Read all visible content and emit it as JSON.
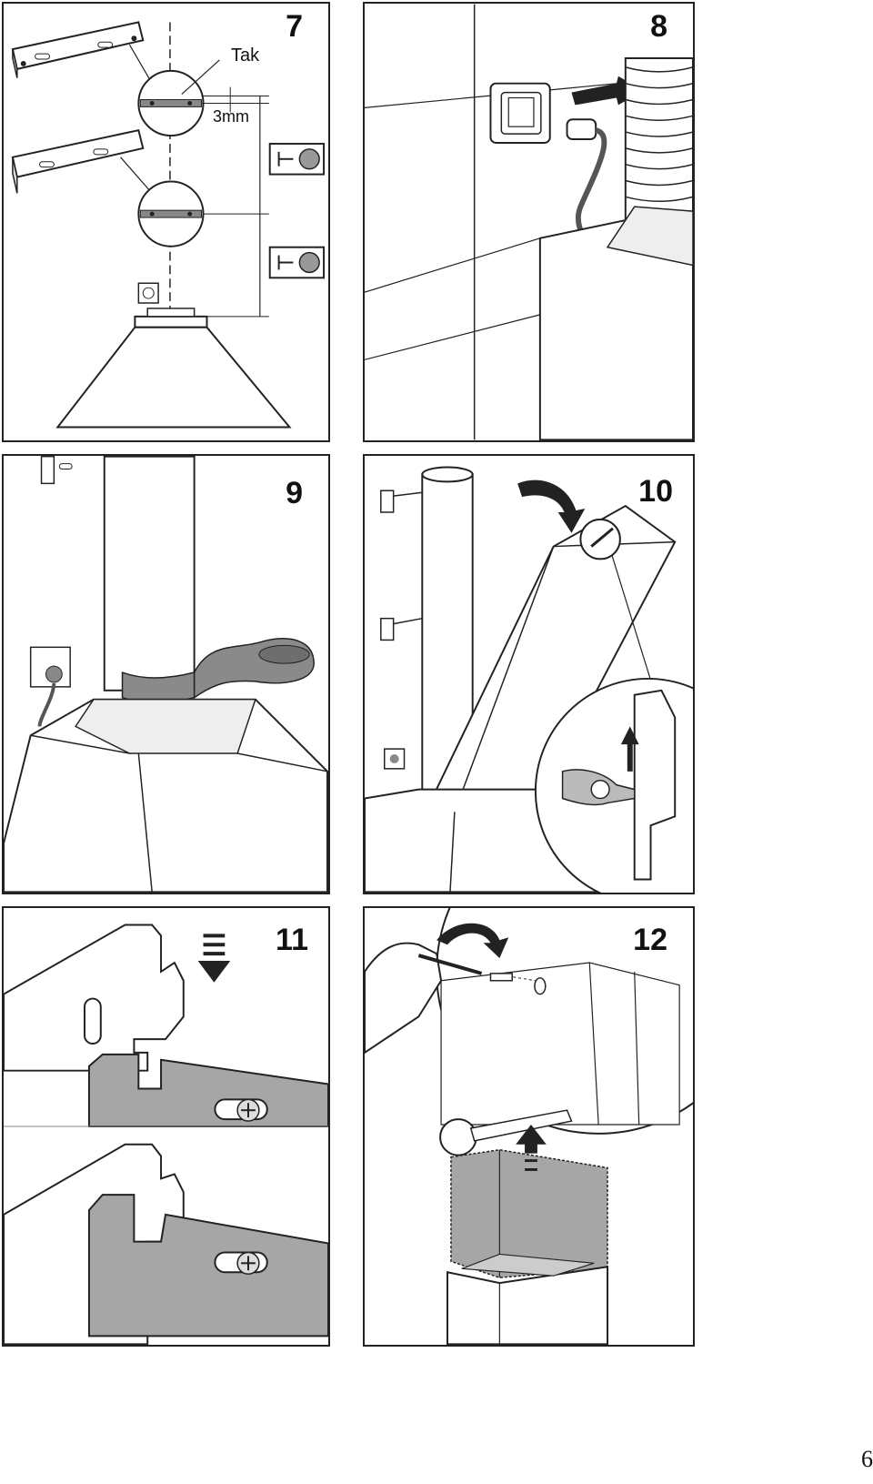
{
  "panels": [
    {
      "step": "7",
      "labels": {
        "tak": "Tak",
        "gap": "3mm"
      }
    },
    {
      "step": "8"
    },
    {
      "step": "9"
    },
    {
      "step": "10"
    },
    {
      "step": "11"
    },
    {
      "step": "12"
    }
  ],
  "page_number": "6",
  "colors": {
    "line": "#222222",
    "grey": "#a6a6a6",
    "dark_grey": "#7a7a7a"
  }
}
